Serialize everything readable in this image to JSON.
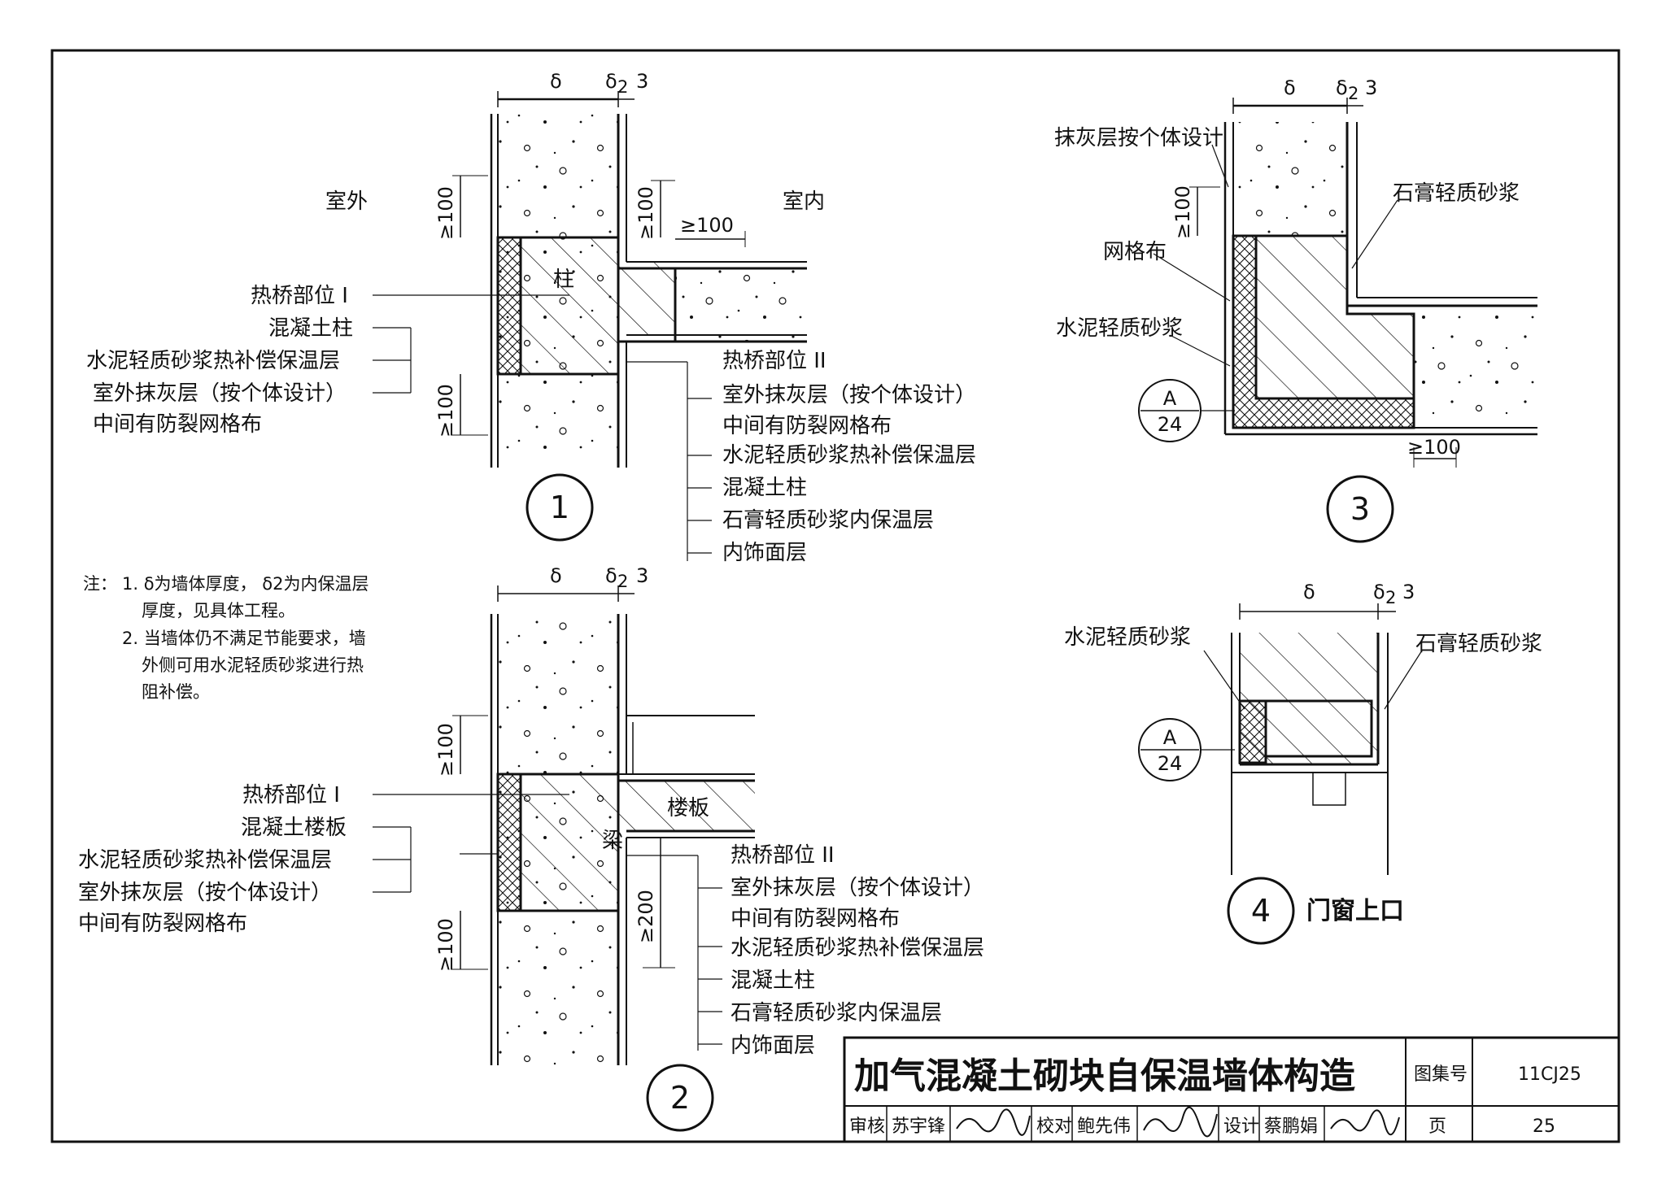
{
  "sheet": {
    "title": "加气混凝土砌块自保温墙体构造",
    "atlas_label": "图集号",
    "atlas_no": "11CJ25",
    "page_label": "页",
    "page_no": "25",
    "review_label": "审核",
    "reviewer": "苏宇锋",
    "check_label": "校对",
    "checker": "鲍先伟",
    "design_label": "设计",
    "designer": "蔡鹏娟"
  },
  "detail1": {
    "no": "1",
    "outside": "室外",
    "inside": "室内",
    "column": "柱",
    "dim_delta": "δ",
    "dim_delta2": "δ",
    "dim_sub2": "2",
    "dim_3": "3",
    "dim_100a": "≥100",
    "dim_100b": "≥100",
    "dim_100c": "≥100",
    "dim_100d": "≥100",
    "left_labels": [
      "热桥部位 I",
      "混凝土柱",
      "水泥轻质砂浆热补偿保温层",
      "室外抹灰层（按个体设计）",
      "中间有防裂网格布"
    ],
    "right_labels": [
      "热桥部位 II",
      "室外抹灰层（按个体设计）",
      "中间有防裂网格布",
      "水泥轻质砂浆热补偿保温层",
      "混凝土柱",
      "石膏轻质砂浆内保温层",
      "内饰面层"
    ]
  },
  "detail2": {
    "no": "2",
    "beam": "梁",
    "slab": "楼板",
    "dim_delta": "δ",
    "dim_delta2": "δ",
    "dim_sub2": "2",
    "dim_3": "3",
    "dim_100a": "≥100",
    "dim_100b": "≥100",
    "dim_200": "≥200",
    "left_labels": [
      "热桥部位 I",
      "混凝土楼板",
      "水泥轻质砂浆热补偿保温层",
      "室外抹灰层（按个体设计）",
      "中间有防裂网格布"
    ],
    "right_labels": [
      "热桥部位 II",
      "室外抹灰层（按个体设计）",
      "中间有防裂网格布",
      "水泥轻质砂浆热补偿保温层",
      "混凝土柱",
      "石膏轻质砂浆内保温层",
      "内饰面层"
    ]
  },
  "detail3": {
    "no": "3",
    "dim_delta": "δ",
    "dim_delta2": "δ",
    "dim_sub2": "2",
    "dim_3": "3",
    "dim_100a": "≥100",
    "dim_100b": "≥100",
    "labels": [
      "抹灰层按个体设计",
      "网格布",
      "水泥轻质砂浆",
      "石膏轻质砂浆"
    ],
    "ref_top": "A",
    "ref_bottom": "24"
  },
  "detail4": {
    "no": "4",
    "caption": "门窗上口",
    "dim_delta": "δ",
    "dim_delta2": "δ",
    "dim_sub2": "2",
    "dim_3": "3",
    "labels": [
      "水泥轻质砂浆",
      "石膏轻质砂浆"
    ],
    "ref_top": "A",
    "ref_bottom": "24"
  },
  "notes": {
    "prefix": "注：",
    "lines": [
      "1. δ为墙体厚度， δ2为内保温层",
      "厚度，见具体工程。",
      "2. 当墙体仍不满足节能要求，墙",
      "外侧可用水泥轻质砂浆进行热",
      "阻补偿。"
    ]
  },
  "colors": {
    "ink": "#111111",
    "paper": "#ffffff"
  }
}
